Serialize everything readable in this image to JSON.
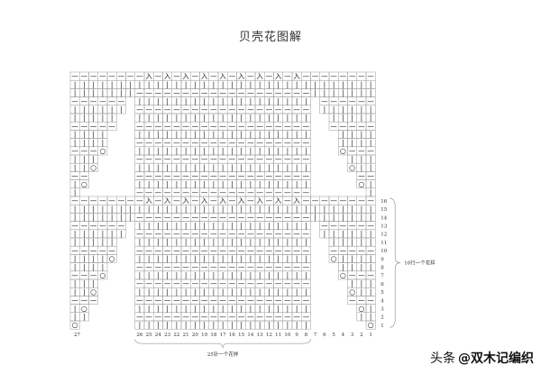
{
  "diagram": {
    "title": "贝壳花图解",
    "bottom_left_number": "27",
    "stitch_numbers_bottom": [
      "26",
      "25",
      "24",
      "23",
      "22",
      "21",
      "20",
      "19",
      "18",
      "17",
      "16",
      "15",
      "14",
      "13",
      "12",
      "11",
      "10",
      "9",
      "8",
      "7",
      "6",
      "5",
      "4",
      "3",
      "2",
      "1"
    ],
    "row_numbers_right": [
      "16",
      "15",
      "14",
      "13",
      "12",
      "11",
      "10",
      "9",
      "8",
      "7",
      "6",
      "5",
      "4",
      "3",
      "2",
      "1"
    ],
    "repeat_note_rows": "16行一个花样",
    "repeat_note_stitches": "25针一个花样"
  },
  "watermark": {
    "brand": "头条",
    "handle": "@双木记编织"
  },
  "symbols": {
    "knit": "|",
    "purl": "—",
    "yarn_over": "○",
    "decrease": "入"
  },
  "colors": {
    "grid_line": "#9a9a9a",
    "symbol": "#222222",
    "text": "#333333",
    "bracket": "#9a9a9a"
  }
}
